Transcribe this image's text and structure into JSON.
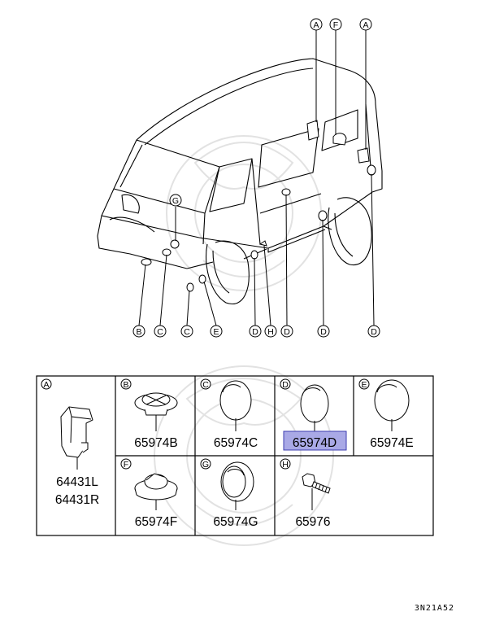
{
  "callouts_top": [
    "A",
    "F",
    "A"
  ],
  "callouts_left_g": "G",
  "callouts_bottom": [
    "B",
    "C",
    "C",
    "E",
    "D",
    "H",
    "D",
    "D",
    "D"
  ],
  "table": {
    "cells": [
      {
        "letter": "A",
        "parts": [
          "64431L",
          "64431R"
        ]
      },
      {
        "letter": "B",
        "parts": [
          "65974B"
        ]
      },
      {
        "letter": "C",
        "parts": [
          "65974C"
        ]
      },
      {
        "letter": "D",
        "parts": [
          "65974D"
        ],
        "highlighted": true
      },
      {
        "letter": "E",
        "parts": [
          "65974E"
        ]
      },
      {
        "letter": "F",
        "parts": [
          "65974F"
        ]
      },
      {
        "letter": "G",
        "parts": [
          "65974G"
        ]
      },
      {
        "letter": "H",
        "parts": [
          "65976"
        ]
      }
    ]
  },
  "reference_code": "3N21A52",
  "colors": {
    "highlight_fill": "#a9a9e6",
    "highlight_stroke": "#3e3eb0",
    "line": "#000000",
    "watermark": "#e2e2e2"
  },
  "icons": [
    "van-outline",
    "grommet-plug",
    "clip-bracket",
    "rubber-plug-round",
    "rubber-plug-stepped",
    "bolt-screw",
    "ornament-watermark"
  ]
}
